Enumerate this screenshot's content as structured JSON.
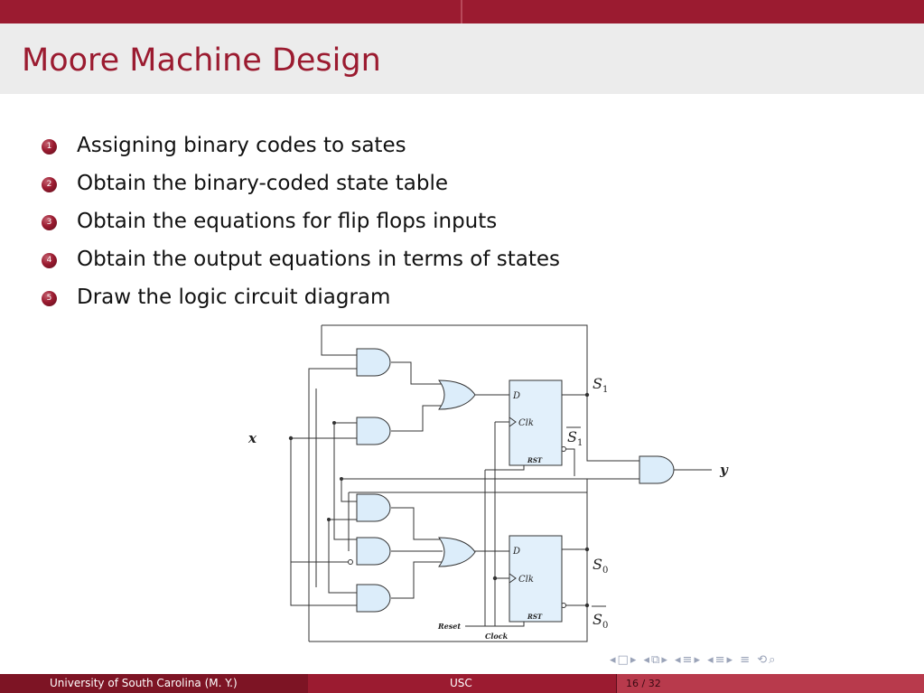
{
  "slide": {
    "title": "Moore Machine Design",
    "items": [
      {
        "num": "1",
        "text": "Assigning binary codes to sates"
      },
      {
        "num": "2",
        "text": "Obtain the binary-coded state table"
      },
      {
        "num": "3",
        "text": "Obtain the equations for flip flops inputs"
      },
      {
        "num": "4",
        "text": "Obtain the output equations in terms of states"
      },
      {
        "num": "5",
        "text": "Draw the logic circuit diagram"
      }
    ]
  },
  "diagram": {
    "input_x": "x",
    "output_y": "y",
    "ff1_d": "D",
    "ff1_clk": "Clk",
    "ff1_rst": "RST",
    "ff0_d": "D",
    "ff0_clk": "Clk",
    "ff0_rst": "RST",
    "s1": "S",
    "s1_sub": "1",
    "s1bar": "S",
    "s1bar_sub": "1",
    "s0": "S",
    "s0_sub": "0",
    "s0bar": "S",
    "s0bar_sub": "0",
    "reset": "Reset",
    "clock": "Clock"
  },
  "footer": {
    "institution": "University of South Carolina (M. Y.)",
    "short": "USC",
    "page": "16 / 32"
  },
  "colors": {
    "accent": "#9b1b30",
    "gate_fill": "#dcedfa",
    "ff_fill": "#e2f0fb"
  }
}
